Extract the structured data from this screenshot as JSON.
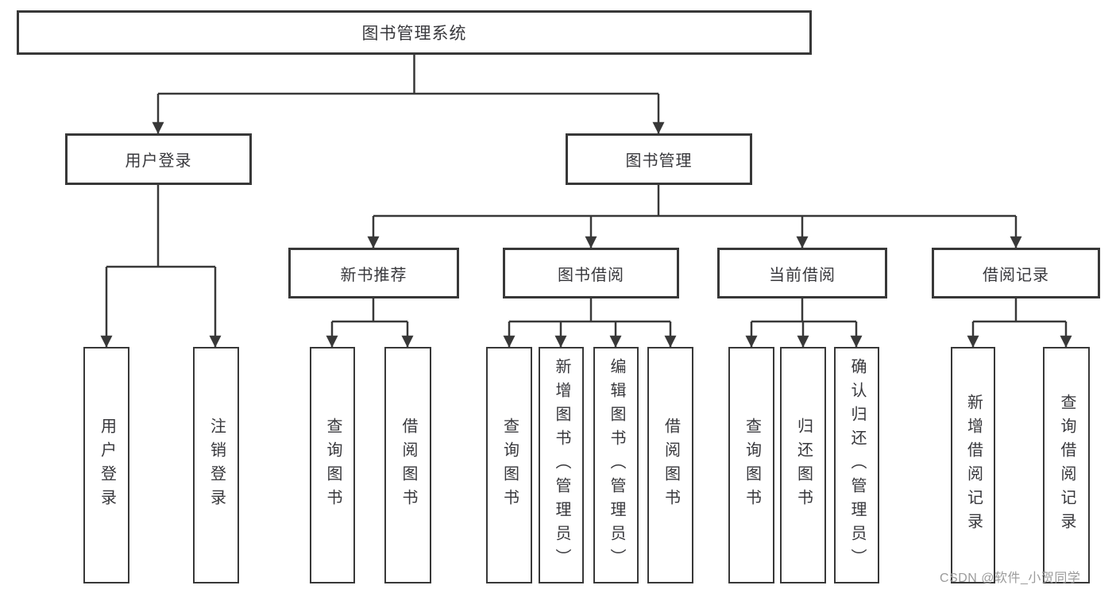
{
  "diagram": {
    "root": {
      "label": "图书管理系统"
    },
    "branches": [
      {
        "label": "用户登录",
        "children": [
          {
            "label": "用户登录"
          },
          {
            "label": "注销登录"
          }
        ]
      },
      {
        "label": "图书管理",
        "children": [
          {
            "label": "新书推荐",
            "children": [
              {
                "label": "查询图书"
              },
              {
                "label": "借阅图书"
              }
            ]
          },
          {
            "label": "图书借阅",
            "children": [
              {
                "label": "查询图书"
              },
              {
                "label": "新增图书（管理员）"
              },
              {
                "label": "编辑图书（管理员）"
              },
              {
                "label": "借阅图书"
              }
            ]
          },
          {
            "label": "当前借阅",
            "children": [
              {
                "label": "查询图书"
              },
              {
                "label": "归还图书"
              },
              {
                "label": "确认归还（管理员）"
              }
            ]
          },
          {
            "label": "借阅记录",
            "children": [
              {
                "label": "新增借阅记录"
              },
              {
                "label": "查询借阅记录"
              }
            ]
          }
        ]
      }
    ]
  },
  "watermark": {
    "text": "CSDN @软件_小贺同学"
  },
  "colors": {
    "line": "#383838",
    "text": "#38383c",
    "background": "#ffffff",
    "watermark": "#9b9b9b"
  }
}
